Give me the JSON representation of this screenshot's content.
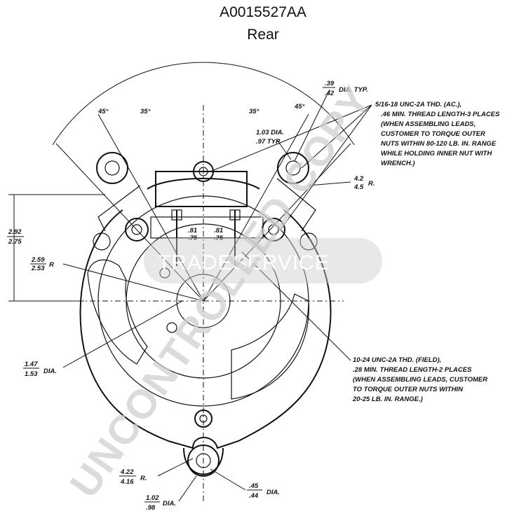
{
  "header": {
    "part_number": "A0015527AA",
    "view": "Rear"
  },
  "angles": {
    "a1": "45°",
    "a2": "35°",
    "a3": "35°",
    "a4": "45°"
  },
  "dimensions": {
    "stud_dia_top": ".39",
    "stud_dia_bot": ".42",
    "stud_dia_suffix": "DIA. TYP.",
    "hole_dia_top": "1.03 DIA.",
    "hole_dia_bot": ".97 TYP.",
    "r_top": "4.2",
    "r_bot": "4.5",
    "r_suffix": "R.",
    "height_top": "2.92",
    "height_bot": "2.75",
    "radius_top": "2.59",
    "radius_bot": "2.53",
    "radius_suffix": "R",
    "term_left_top": ".81",
    "term_left_bot": ".75",
    "term_right_top": ".81",
    "term_right_bot": ".75",
    "center_dia_top": "1.47",
    "center_dia_bot": "1.53",
    "center_dia_suffix": "DIA.",
    "mount_r_top": "4.22",
    "mount_r_bot": "4.16",
    "mount_r_suffix": "R.",
    "mount_dia_top": "1.02",
    "mount_dia_bot": ".98",
    "mount_dia_suffix": "DIA.",
    "boss_dia_top": ".45",
    "boss_dia_bot": ".44",
    "boss_dia_suffix": "DIA."
  },
  "notes": {
    "ac_terminal": [
      "5/16-18 UNC-2A THD. (AC.),",
      ".46 MIN. THREAD LENGTH-3 PLACES",
      "(WHEN ASSEMBLING LEADS,",
      "CUSTOMER TO TORQUE OUTER",
      "NUTS WITHIN 80-120 LB. IN. RANGE",
      "WHILE HOLDING INNER NUT WITH",
      "WRENCH.)"
    ],
    "field_terminal": [
      "10-24 UNC-2A THD. (FIELD),",
      ".28 MIN. THREAD LENGTH-2 PLACES",
      "(WHEN ASSEMBLING LEADS, CUSTOMER",
      "TO TORQUE OUTER NUTS WITHIN",
      "20-25 LB. IN. RANGE.)"
    ]
  },
  "watermark": {
    "main": "UNCONTROLLED COPY",
    "secondary": "TRADESERVICE"
  }
}
